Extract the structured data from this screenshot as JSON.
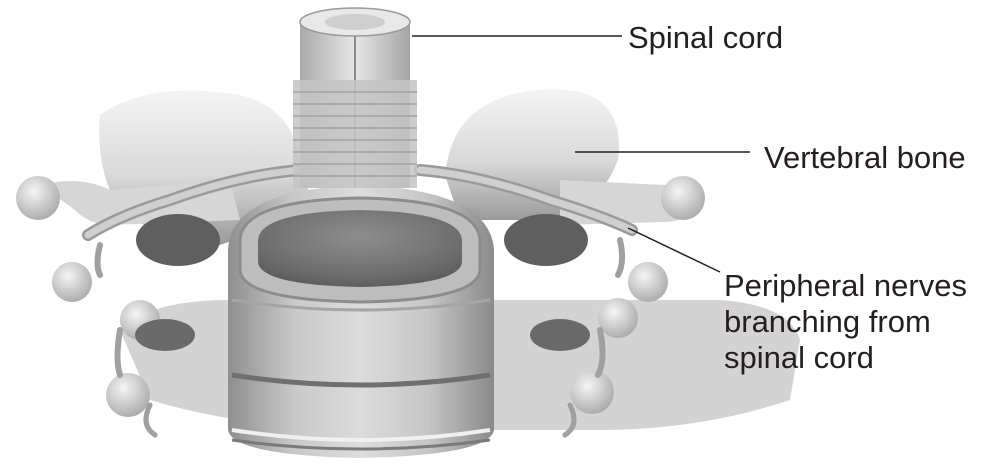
{
  "labels": {
    "spinal_cord": "Spinal cord",
    "vertebral_bone": "Vertebral bone",
    "peripheral_nerves": [
      "Peripheral nerves",
      "branching from",
      "spinal cord"
    ]
  },
  "colors": {
    "text": "#231f20",
    "leader_line": "#231f20",
    "bone_light": "#ececec",
    "bone_mid": "#cfcfcf",
    "bone_dark": "#8e8e8e",
    "disc": "#b9b9b9"
  }
}
